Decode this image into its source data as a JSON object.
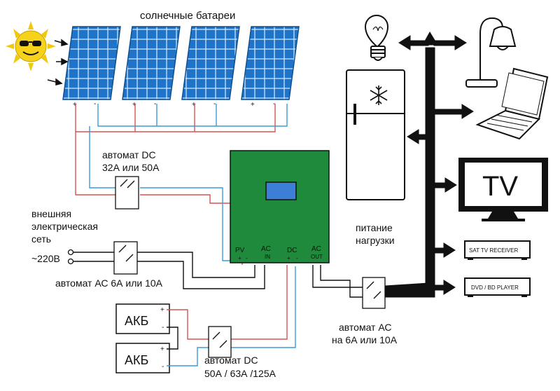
{
  "labels": {
    "panels_title": "солнечные батареи",
    "breaker_dc_top_line1": "автомат DC",
    "breaker_dc_top_line2": "32А или 50А",
    "grid_line1": "внешняя",
    "grid_line2": "электрическая",
    "grid_line3": "сеть",
    "grid_line4": "~220В",
    "breaker_ac_in": "автомат АС 6А или 10А",
    "load_line1": "питание",
    "load_line2": "нагрузки",
    "breaker_ac_out_line1": "автомат АС",
    "breaker_ac_out_line2": "на 6А или 10А",
    "breaker_dc_bat_line1": "автомат DC",
    "breaker_dc_bat_line2": "50А / 63А /125А",
    "battery1": "АКБ",
    "battery2": "АКБ"
  },
  "inverter": {
    "pv": "PV",
    "ac_in_top": "AC",
    "ac_in_bottom": "IN",
    "dc": "DC",
    "ac_out_top": "AC",
    "ac_out_bottom": "OUT",
    "plus": "+",
    "minus": "-",
    "body_color": "#1f8a3c",
    "screen_color": "#3d7fd6"
  },
  "panels": {
    "count": 4,
    "plus": "+",
    "minus": "-",
    "cell_color": "#1f74c9"
  },
  "loads": {
    "tv": "TV",
    "sat_receiver": "SAT TV RECEIVER",
    "dvd_player": "DVD / BD PLAYER",
    "icons": [
      "bulb-icon",
      "desk-lamp-icon",
      "laptop-icon",
      "fridge-icon",
      "snowflake-icon",
      "tv-icon",
      "sun-icon"
    ]
  },
  "wire_colors": {
    "positive": "#d9534f",
    "negative": "#3a9bd9",
    "ac": "#111111"
  }
}
